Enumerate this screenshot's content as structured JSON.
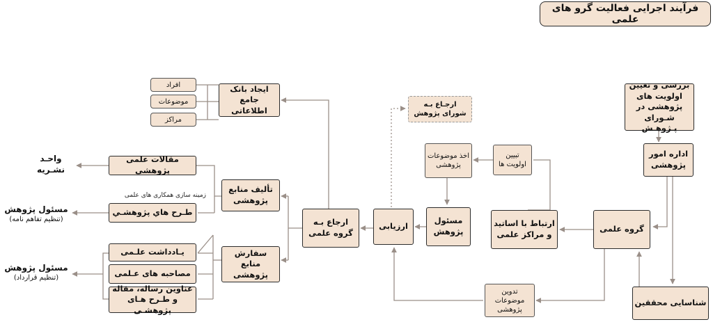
{
  "title": "فرآیند اجرایی فعالیت گرو های علمی",
  "nodes": {
    "review_priorities": "بررسی و تعیین اولویت های پژوهشی در شـورای پـژوهـش",
    "research_admin": "اداره امور پژوهشی",
    "scientific_group": "گروه علمی",
    "identify_researchers": "شناسایی محققین",
    "contact_professors": "ارتباط با اساتید و مراکز علمی",
    "determine_priorities": "تبیین اولویت ها",
    "extract_topics": "اخذ موضوعات پژوهشی",
    "research_officer": "مسئول پژوهش",
    "compile_topics": "تدوین موضوعات پژوهشی",
    "evaluation": "ارزیابی",
    "refer_council": "ارجـاع بـه شورای پژوهش",
    "refer_group": "ارجاع بـه گروه علمی",
    "create_database": "ایجاد بانک جامع اطلاعاتی",
    "individuals": "افراد",
    "topics": "موضوعات",
    "centers": "مراکز",
    "authoring": "تألیف منابع پژوهشی",
    "commissioning": "سفارش منابع پژوهشی",
    "scientific_articles": "مقالات علمی پژوهشی",
    "research_projects": "طـرح هاي پژوهشـي",
    "cooperation_note": "زمینه سازی همکاری های علمی",
    "scientific_notes": "یـادداشت علـمی",
    "scientific_interviews": "مصاحبه های عـلمی",
    "thesis_titles": "عناوین رساله، مقاله و طـرح هـای پژوهشـی",
    "publishing_unit": "واحـد نشـریه",
    "officer_mou_title": "مسئول پژوهش",
    "officer_mou_sub": "(تنظیم تفاهم نامه)",
    "officer_contract_title": "مسئول پژوهش",
    "officer_contract_sub": "(تنظیم قرارداد)"
  },
  "colors": {
    "box_fill": "#f4e3d3",
    "box_border": "#2b2b2b",
    "connector": "#9a8f88"
  }
}
